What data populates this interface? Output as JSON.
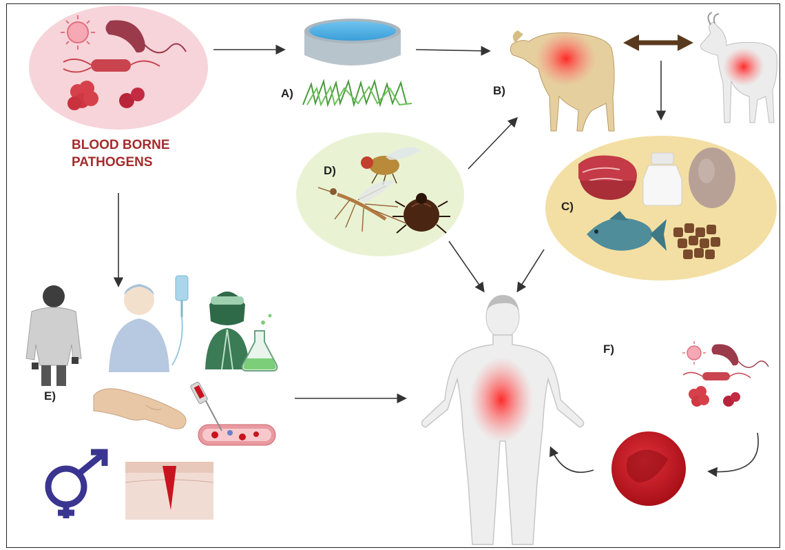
{
  "title": {
    "line1": "BLOOD BORNE",
    "line2": "PATHOGENS"
  },
  "labels": {
    "a": "A)",
    "b": "B)",
    "c": "C)",
    "d": "D)",
    "e": "E)",
    "f": "F)"
  },
  "colors": {
    "pathogen_bubble": "#f6d4d9",
    "vector_bubble": "#e9f3d4",
    "food_bubble": "#f3dfa3",
    "title_red": "#a42b2b",
    "arrow": "#333333",
    "double_arrow": "#5a3a1e",
    "infection_glow": "#ff3a3a",
    "red_blood_cell": "#c8141e",
    "gender_symbol": "#3a3590"
  },
  "icons": [
    "virus-icon",
    "bacterium-icon",
    "coccus-cluster-icon",
    "water-bowl-icon",
    "grass-icon",
    "cow-icon",
    "goat-icon",
    "fly-icon",
    "mosquito-icon",
    "tick-icon",
    "meat-icon",
    "milk-bottle-icon",
    "egg-icon",
    "fish-icon",
    "dried-food-icon",
    "healthcare-worker-icon",
    "patient-iv-icon",
    "lab-worker-icon",
    "needlestick-hand-icon",
    "syringe-blood-vessel-icon",
    "gender-symbol-icon",
    "skin-wound-icon",
    "human-body-icon",
    "red-blood-cell-icon"
  ]
}
